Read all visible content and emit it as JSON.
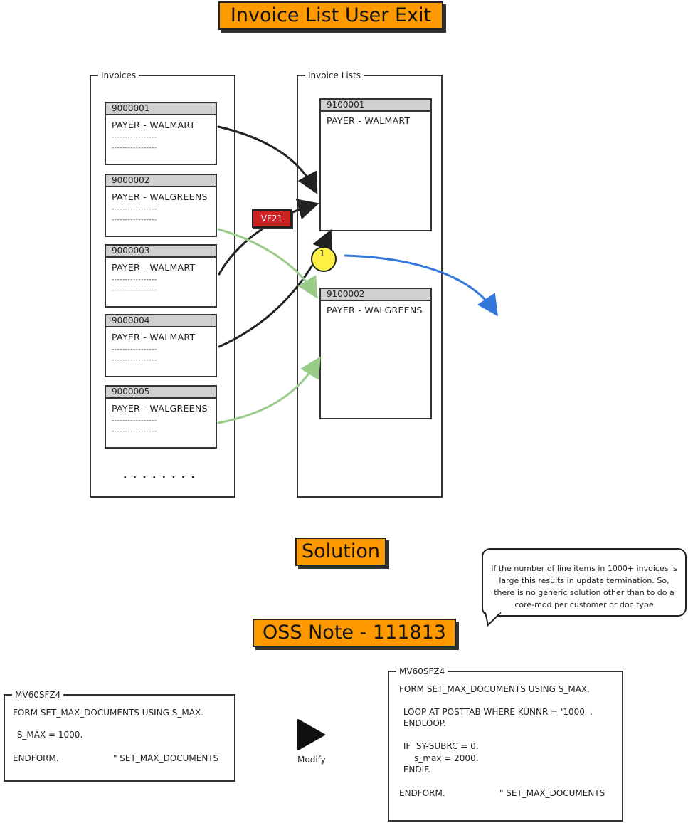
{
  "title": "Invoice List User Exit",
  "invoices_panel": {
    "label": "Invoices",
    "items": [
      {
        "number": "9000001",
        "payer": "PAYER - WALMART",
        "dash": "-----------------"
      },
      {
        "number": "9000002",
        "payer": "PAYER - WALGREENS",
        "dash": "-----------------"
      },
      {
        "number": "9000003",
        "payer": "PAYER - WALMART",
        "dash": "-----------------"
      },
      {
        "number": "9000004",
        "payer": "PAYER - WALMART",
        "dash": "-----------------"
      },
      {
        "number": "9000005",
        "payer": "PAYER - WALGREENS",
        "dash": "-----------------"
      }
    ],
    "more": "........"
  },
  "invoice_lists_panel": {
    "label": "Invoice Lists",
    "items": [
      {
        "number": "9100001",
        "payer": "PAYER - WALMART"
      },
      {
        "number": "9100002",
        "payer": "PAYER - WALGREENS"
      }
    ]
  },
  "transaction_badge": "VF21",
  "marker_number": "1",
  "solution_title": "Solution",
  "oss_title": "OSS Note - 111813",
  "note_bubble": "If the number of line items in 1000+ invoices is large this results in update termination. So, there is no generic solution other than to do a core-mod per customer or doc type",
  "original_code": {
    "label": "MV60SFZ4",
    "lines": [
      "FORM SET_MAX_DOCUMENTS USING S_MAX.",
      " S_MAX = 1000.",
      "ENDFORM.                    \" SET_MAX_DOCUMENTS"
    ]
  },
  "modify_label": "Modify",
  "modified_code": {
    "label": "MV60SFZ4",
    "lines": [
      "FORM SET_MAX_DOCUMENTS USING S_MAX.",
      " LOOP AT POSTTAB WHERE KUNNR = '1000' .",
      " ENDLOOP.",
      " IF  SY-SUBRC = 0.",
      "     s_max = 2000.",
      " ENDIF.",
      "ENDFORM.                    \" SET_MAX_DOCUMENTS"
    ]
  },
  "colors": {
    "title_bg": "#ff9900",
    "badge_bg": "#cc2222",
    "arrow_dark": "#222222",
    "arrow_green": "#99cc88",
    "arrow_blue": "#3377dd",
    "marker": "#ffee44"
  }
}
